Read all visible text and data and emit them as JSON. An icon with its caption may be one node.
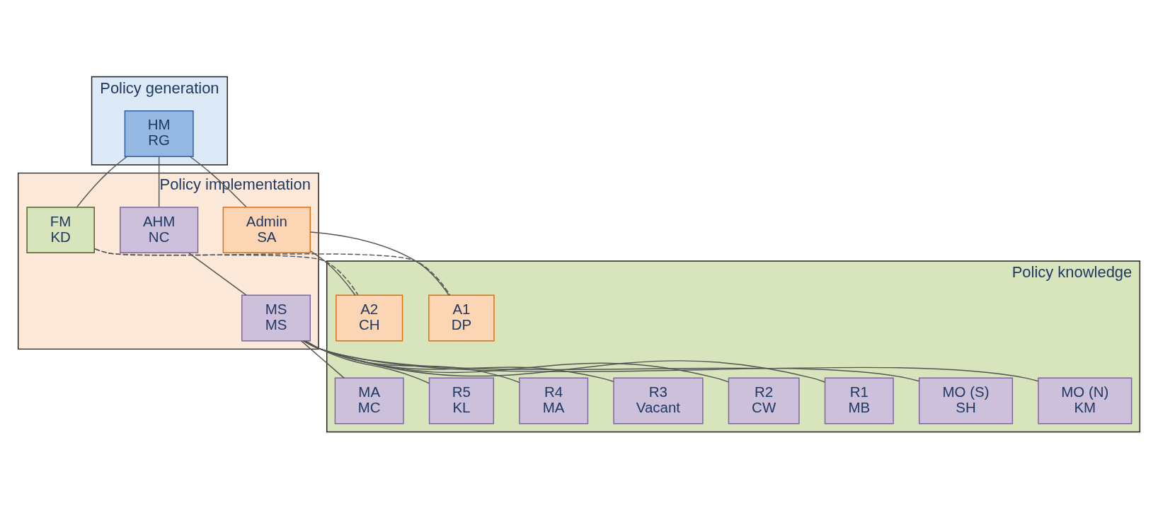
{
  "diagram": {
    "nodes": [
      {
        "text": [
          "Policy generation"
        ]
      },
      {
        "text": [
          "HM",
          "RG"
        ],
        "in": 0
      },
      {
        "text": [
          "Policy implementation"
        ]
      },
      {
        "text": [
          "Admin",
          "SA"
        ],
        "in": 2
      },
      {
        "text": [
          "AHM",
          "NC"
        ],
        "in": 2
      },
      {
        "text": [
          "FM",
          "KD"
        ],
        "in": 2
      },
      {
        "text": [
          "MS",
          "MS"
        ],
        "in": 2
      },
      {
        "text": [
          "Policy knowledge"
        ]
      },
      {
        "text": [
          "A1",
          "DP"
        ],
        "in": 7
      },
      {
        "text": [
          "A2",
          "CH"
        ],
        "in": 7
      },
      {
        "text": [
          "MO (N)",
          "KM"
        ],
        "in": 7
      },
      {
        "text": [
          "MO (S)",
          "SH"
        ],
        "in": 7
      },
      {
        "text": [
          "R1",
          "MB"
        ],
        "in": 7
      },
      {
        "text": [
          "R2",
          "CW"
        ],
        "in": 7
      },
      {
        "text": [
          "R3",
          "Vacant"
        ],
        "in": 7
      },
      {
        "text": [
          "R4",
          "MA"
        ],
        "in": 7
      },
      {
        "text": [
          "R5",
          "KL"
        ],
        "in": 7
      },
      {
        "text": [
          "MA",
          "MC"
        ],
        "in": 7
      }
    ],
    "edges": [
      {
        "from": 1,
        "to": 3,
        "arrow": "none"
      },
      {
        "from": 1,
        "to": 4,
        "arrow": "none"
      },
      {
        "from": 1,
        "to": 5,
        "arrow": "none"
      },
      {
        "from": 4,
        "to": 6,
        "arrow": "none"
      },
      {
        "from": 3,
        "to": 8,
        "arrow": "none"
      },
      {
        "from": 3,
        "to": 9,
        "arrow": "none"
      },
      {
        "from": 5,
        "to": 8,
        "arrow": "none",
        "style": "dashed"
      },
      {
        "from": 5,
        "to": 9,
        "arrow": "none",
        "style": "dashed"
      },
      {
        "from": 6,
        "to": 10,
        "arrow": "none"
      },
      {
        "from": 6,
        "to": 11,
        "arrow": "none"
      },
      {
        "from": 6,
        "to": 12,
        "arrow": "none"
      },
      {
        "from": 6,
        "to": 13,
        "arrow": "none"
      },
      {
        "from": 6,
        "to": 14,
        "arrow": "none"
      },
      {
        "from": 6,
        "to": 15,
        "arrow": "none"
      },
      {
        "from": 6,
        "to": 16,
        "arrow": "none"
      },
      {
        "from": 6,
        "to": 17,
        "arrow": "none"
      }
    ]
  }
}
